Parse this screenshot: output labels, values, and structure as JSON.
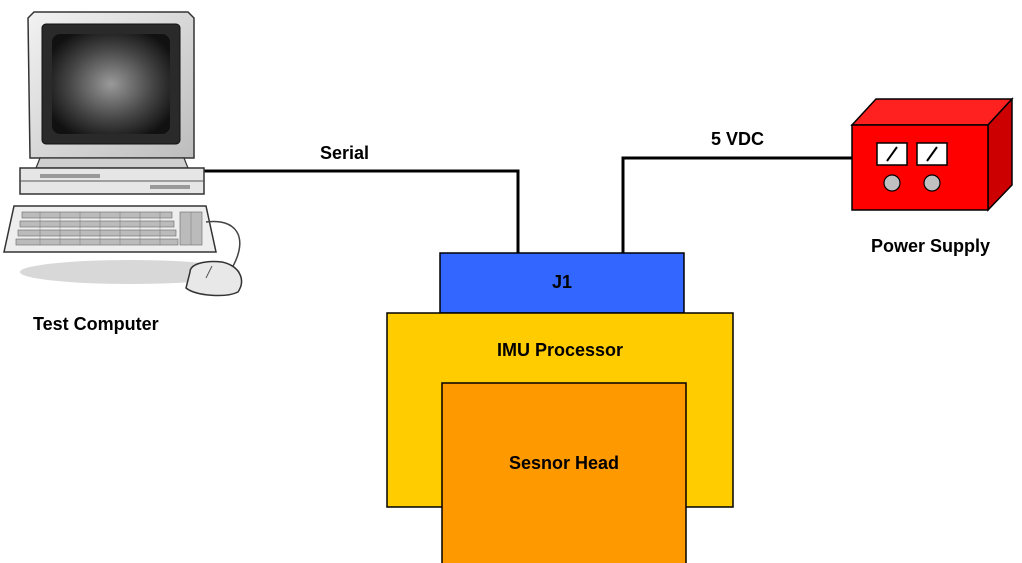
{
  "labels": {
    "computer": "Test Computer",
    "power_supply": "Power Supply",
    "serial": "Serial",
    "vdc": "5 VDC",
    "j1": "J1",
    "processor": "IMU Processor",
    "sensor_head": "Sesnor Head"
  },
  "colors": {
    "j1": "#3366ff",
    "processor": "#ffcc00",
    "sensor_head": "#ff9900",
    "power_supply": "#ff0000",
    "lines": "#000000"
  },
  "icons": {
    "computer": "desktop-computer-icon",
    "power_supply": "power-supply-icon"
  }
}
